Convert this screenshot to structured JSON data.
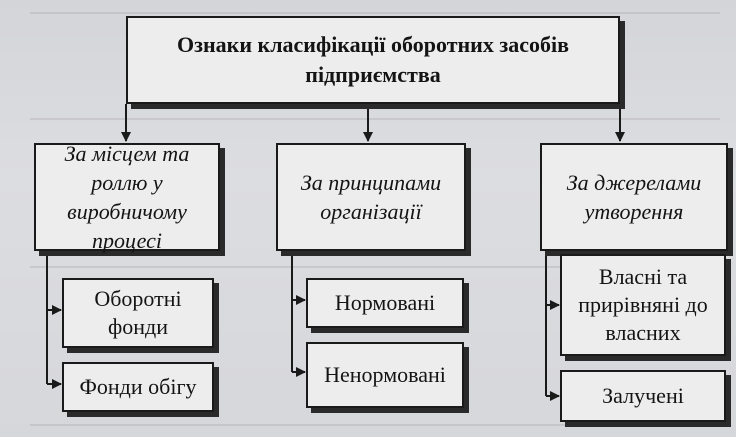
{
  "diagram": {
    "title": "Ознаки класифікації оборотних засобів підприємства",
    "categories": [
      {
        "label": "За місцем та роллю у виробничому процесі",
        "items": [
          "Оборотні фонди",
          "Фонди обігу"
        ]
      },
      {
        "label": "За принципами організації",
        "items": [
          "Нормовані",
          "Ненормовані"
        ]
      },
      {
        "label": "За джерелами утворення",
        "items": [
          "Власні та прирівняні до власних",
          "Залучені"
        ]
      }
    ]
  }
}
